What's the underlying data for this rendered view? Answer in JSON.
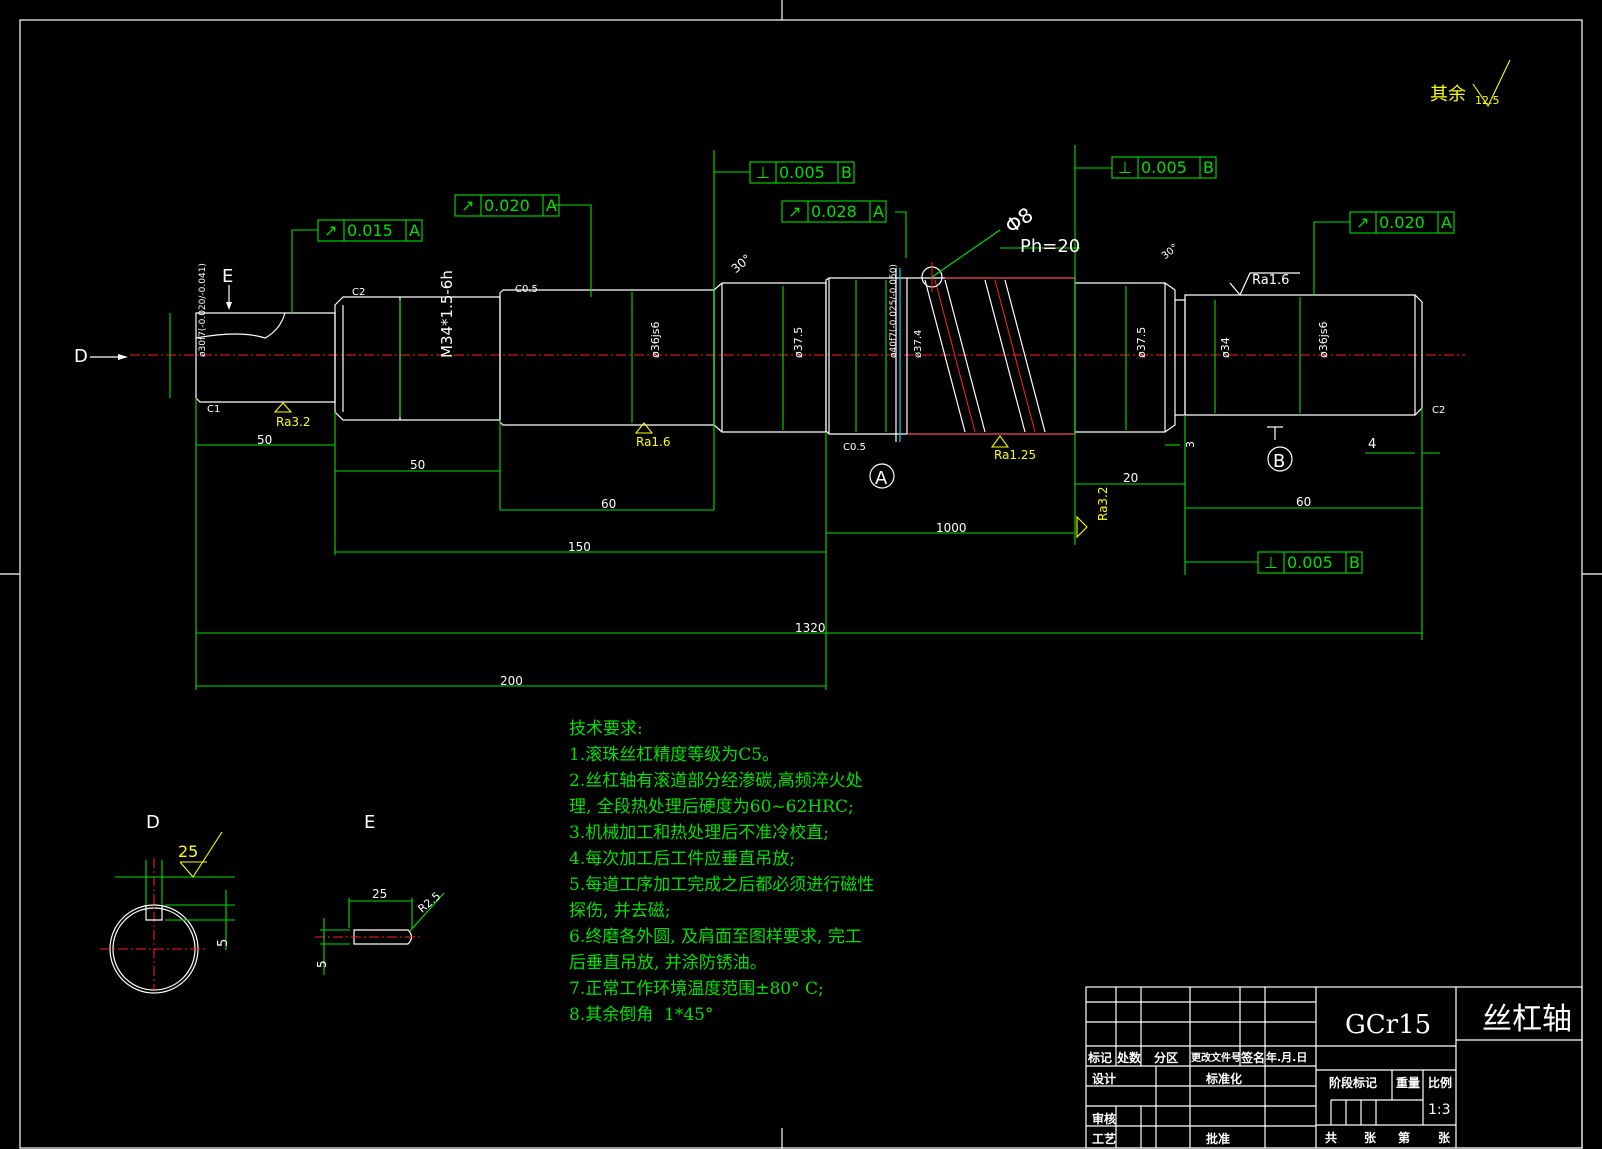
{
  "surface_symbol": {
    "prefix": "其余",
    "value": "12.5"
  },
  "views": {
    "left_label": "D",
    "top_label": "E",
    "section_a": "A",
    "section_b": "B"
  },
  "tolerances": [
    {
      "id": "perp_1",
      "symbol": "⊥",
      "value": "0.005",
      "datum": "B"
    },
    {
      "id": "perp_2",
      "symbol": "⊥",
      "value": "0.005",
      "datum": "B"
    },
    {
      "id": "runout_1",
      "symbol": "↗",
      "value": "0.028",
      "datum": "A"
    },
    {
      "id": "runout_2",
      "symbol": "↗",
      "value": "0.020",
      "datum": "A"
    },
    {
      "id": "runout_3",
      "symbol": "↗",
      "value": "0.015",
      "datum": "A"
    },
    {
      "id": "runout_4",
      "symbol": "↗",
      "value": "0.020",
      "datum": "A"
    },
    {
      "id": "perp_3",
      "symbol": "⊥",
      "value": "0.005",
      "datum": "B"
    }
  ],
  "annotations": {
    "ball_dia": "Φ8",
    "lead": "Ph=20",
    "angle_30_left": "30°",
    "angle_30_right": "30°",
    "chamfer_c2_left": "C2",
    "chamfer_c05_left": "C0.5",
    "chamfer_c05_mid": "C0.5",
    "chamfer_c1": "C1",
    "chamfer_c2_right": "C2",
    "ra_32_left": "Ra3.2",
    "ra_16_mid": "Ra1.6",
    "ra_125": "Ra1.25",
    "ra_32_right": "Ra3.2",
    "ra_16_right": "Ra1.6",
    "d30": "ø30f7(-0.020/-0.041)",
    "m34": "M34*1.5-6h",
    "d36js6_left": "ø36js6",
    "d375_left": "ø37.5",
    "d40f7": "ø40f7(-0.025/-0.050)",
    "d374": "ø37.4",
    "d375_right": "ø37.5",
    "d34": "ø34",
    "d36js6_right": "ø36js6",
    "len_3": "3",
    "len_4": "4"
  },
  "dimensions": {
    "d50a": "50",
    "d50b": "50",
    "d60a": "60",
    "d150": "150",
    "d1000": "1000",
    "d20": "20",
    "d60b": "60",
    "d1320": "1320",
    "d200": "200"
  },
  "detail": {
    "d_ra": "25",
    "d_5": "5",
    "e_25": "25",
    "e_r": "R2.5",
    "e_5": "5"
  },
  "notes": {
    "title": "技术要求:",
    "lines": [
      "1.滚珠丝杠精度等级为C5。",
      "2.丝杠轴有滚道部分经渗碳,高频淬火处",
      "理, 全段热处理后硬度为60~62HRC;",
      "3.机械加工和热处理后不准冷校直;",
      "4.每次加工后工件应垂直吊放;",
      "5.每道工序加工完成之后都必须进行磁性",
      "探伤, 并去磁;",
      "6.终磨各外圆, 及肩面至图样要求, 完工",
      "后垂直吊放, 并涂防锈油。",
      "7.正常工作环境温度范围±80° C;",
      "8.其余倒角  1*45°"
    ]
  },
  "title_block": {
    "material": "GCr15",
    "part_name": "丝杠轴",
    "header_cells": [
      "标记",
      "处数",
      "分区",
      "更改文件号",
      "签名",
      "年.月.日"
    ],
    "design": "设计",
    "standard": "标准化",
    "review": "审核",
    "process": "工艺",
    "approve": "批准",
    "stage": "阶段标记",
    "weight": "重量",
    "scale_label": "比例",
    "scale": "1:3",
    "total": "共",
    "sheets": "张",
    "sheet_no": "第",
    "sheet_unit": "张"
  }
}
